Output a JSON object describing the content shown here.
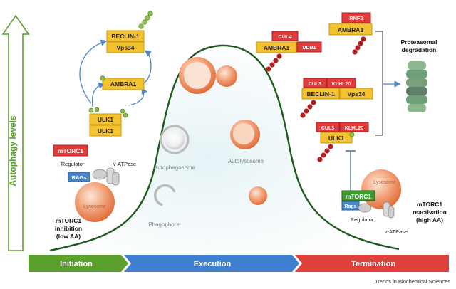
{
  "axis_label": "Autophagy levels",
  "phases": [
    {
      "label": "Initiation",
      "color": "#5aa02c"
    },
    {
      "label": "Execution",
      "color": "#3f7fcf"
    },
    {
      "label": "Termination",
      "color": "#e0403a"
    }
  ],
  "stages": {
    "autophagosome": "Autophagosome",
    "autolysosome": "Autolysosome",
    "phagophore": "Phagophore"
  },
  "initiation": {
    "beclin1": "BECLIN-1",
    "vps34": "Vps34",
    "ambra1": "AMBRA1",
    "ulk1_top": "ULK1",
    "ulk1_bottom": "ULK1",
    "mtorc1": "mTORC1",
    "regulator": "Regulator",
    "vatpase": "v-ATPase",
    "rags": "RAGs",
    "lysosome": "Lysosome",
    "caption_line1": "mTORC1",
    "caption_line2": "inhibition",
    "caption_line3": "(low AA)",
    "phospho": "P"
  },
  "termination": {
    "rnf2": "RNF2",
    "ambra1_a": "AMBRA1",
    "cul4": "CUL4",
    "ambra1_b": "AMBRA1",
    "ddb1": "DDB1",
    "cul3_a": "CUL3",
    "klhl20_a": "KLHL20",
    "beclin1": "BECLIN-1",
    "vps34": "Vps34",
    "cul3_b": "CUL3",
    "klhl20_b": "KLHL20",
    "ulk1": "ULK1",
    "ub": "Ub",
    "proteasome_line1": "Proteasomal",
    "proteasome_line2": "degradation",
    "lysosome": "Lysosome",
    "mtorc1": "mTORC1",
    "rags": "Rags",
    "regulator": "Regulator",
    "vatpase": "v-ATPase",
    "caption_line1": "mTORC1",
    "caption_line2": "reactivation",
    "caption_line3": "(high AA)"
  },
  "footer": "Trends in Biochemical Sciences",
  "colors": {
    "yellow": "#f3c230",
    "yellow_stroke": "#c79a10",
    "red": "#e23b3b",
    "red_stroke": "#a82020",
    "green": "#3e9a2e",
    "blue": "#3f7fcf"
  }
}
